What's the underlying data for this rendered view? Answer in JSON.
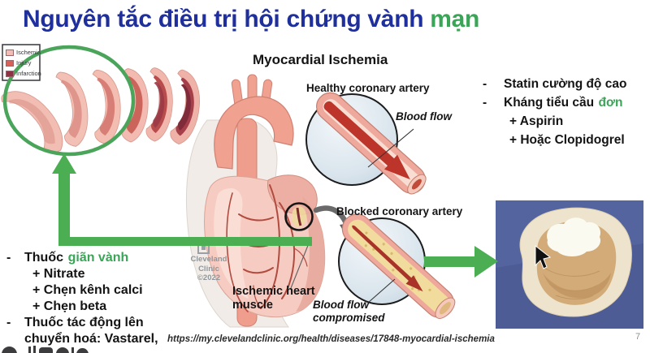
{
  "slide": {
    "title_main": "Nguyên tắc điều trị hội chứng vành",
    "title_highlight": "mạn",
    "page_number": "7",
    "source_url": "https://my.clevelandclinic.org/health/diseases/17848-myocardial-ischemia"
  },
  "legend": {
    "items": [
      {
        "label": "Ischemia",
        "color": "#f2bdb6"
      },
      {
        "label": "Injury",
        "color": "#d8605a"
      },
      {
        "label": "Infarction",
        "color": "#8e3345"
      }
    ]
  },
  "figure": {
    "title": "Myocardial Ischemia",
    "healthy_label": "Healthy coronary artery",
    "blood_flow_label": "Blood flow",
    "blocked_label": "Blocked coronary artery",
    "compromised_line1": "Blood flow",
    "compromised_line2": "compromised",
    "ischemic_line1": "Ischemic heart",
    "ischemic_line2": "muscle",
    "credit_name1": "Cleveland",
    "credit_name2": "Clinic",
    "credit_year": "©2022"
  },
  "right_list": {
    "item1_bullet": "-",
    "item1_text": "Statin cường độ cao",
    "item2_bullet": "-",
    "item2_text": "Kháng tiểu cầu",
    "item2_highlight": "đơn",
    "item3_text": "+ Aspirin",
    "item4_text": "+ Hoặc Clopidogrel"
  },
  "left_list": {
    "item1_bullet": "-",
    "item1_text": "Thuốc",
    "item1_highlight": "giãn vành",
    "item2_text": "+ Nitrate",
    "item3_text": "+ Chẹn kênh calci",
    "item4_text": "+ Chẹn beta",
    "item5_bullet": "-",
    "item5_line1": "Thuốc tác động lên",
    "item5_line2": "chuyển hoá: Vastarel,"
  },
  "colors": {
    "title_blue": "#1f2f9c",
    "accent_green": "#3aa457",
    "annotation_green": "#4cae52"
  }
}
